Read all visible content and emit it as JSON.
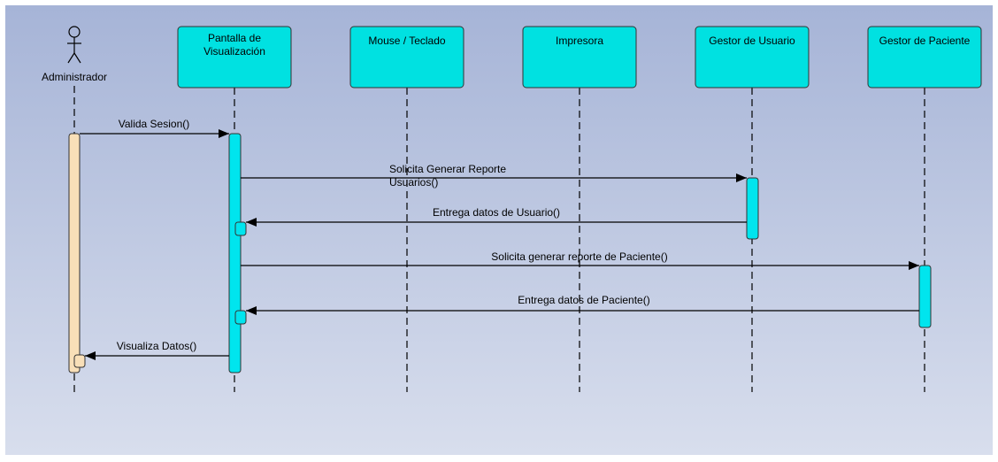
{
  "diagram": {
    "actor": {
      "label": "Administrador"
    },
    "lifelines": [
      {
        "id": "pantalla",
        "lines": [
          "Pantalla de",
          "Visualización"
        ]
      },
      {
        "id": "mouse",
        "lines": [
          "Mouse / Teclado"
        ]
      },
      {
        "id": "impresora",
        "lines": [
          "Impresora"
        ]
      },
      {
        "id": "gestor-usuario",
        "lines": [
          "Gestor de Usuario"
        ]
      },
      {
        "id": "gestor-paciente",
        "lines": [
          "Gestor de Paciente"
        ]
      }
    ],
    "messages": [
      {
        "id": "valida-sesion",
        "lines": [
          "Valida Sesion()"
        ]
      },
      {
        "id": "solicita-reporte-usuarios",
        "lines": [
          "Solicita Generar Reporte",
          "Usuarios()"
        ]
      },
      {
        "id": "entrega-datos-usuario",
        "lines": [
          "Entrega datos de Usuario()"
        ]
      },
      {
        "id": "solicita-reporte-paciente",
        "lines": [
          "Solicita generar reporte de Paciente()"
        ]
      },
      {
        "id": "entrega-datos-paciente",
        "lines": [
          "Entrega datos de Paciente()"
        ]
      },
      {
        "id": "visualiza-datos",
        "lines": [
          "Visualiza Datos()"
        ]
      }
    ],
    "colors": {
      "background_top": "#a6b4d7",
      "background_bottom": "#d8deed",
      "lifeline_box": "#00e1e1",
      "activation_box": "#00e5ee",
      "actor_activation": "#f8dfb8",
      "line": "#000000"
    }
  }
}
